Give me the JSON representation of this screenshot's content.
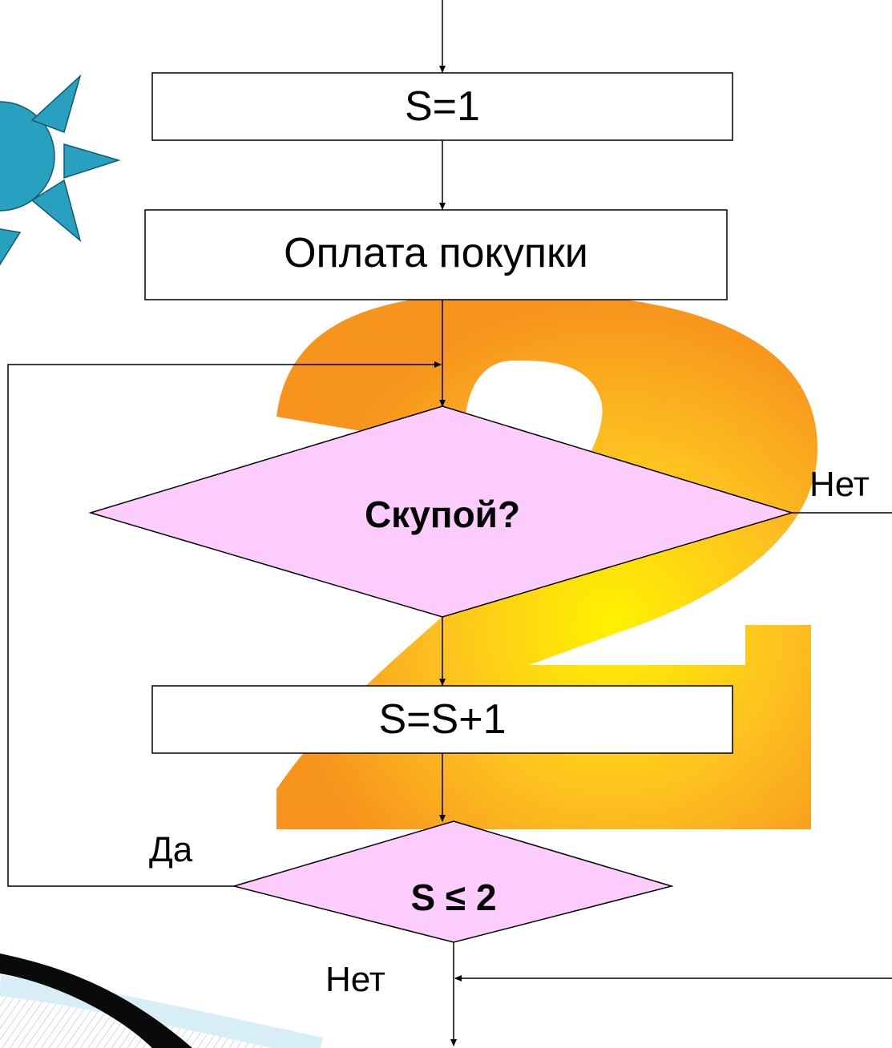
{
  "flowchart": {
    "init_box": "S=1",
    "payment_box": "Оплата покупки",
    "decision_stingy": "Скупой?",
    "no_label_right": "Нет",
    "increment_box": "S=S+1",
    "decision_limit": "S ≤ 2",
    "yes_label": "Да",
    "no_label_bottom": "Нет"
  },
  "colors": {
    "decision_fill": "#fccdfc",
    "box_fill": "#ffffff",
    "sun": "#2aa0c0",
    "digit_orange": "#f7941d",
    "digit_yellow": "#fff200"
  },
  "decorations": {
    "background_digit": "2",
    "sun_icon": "sun-icon"
  }
}
